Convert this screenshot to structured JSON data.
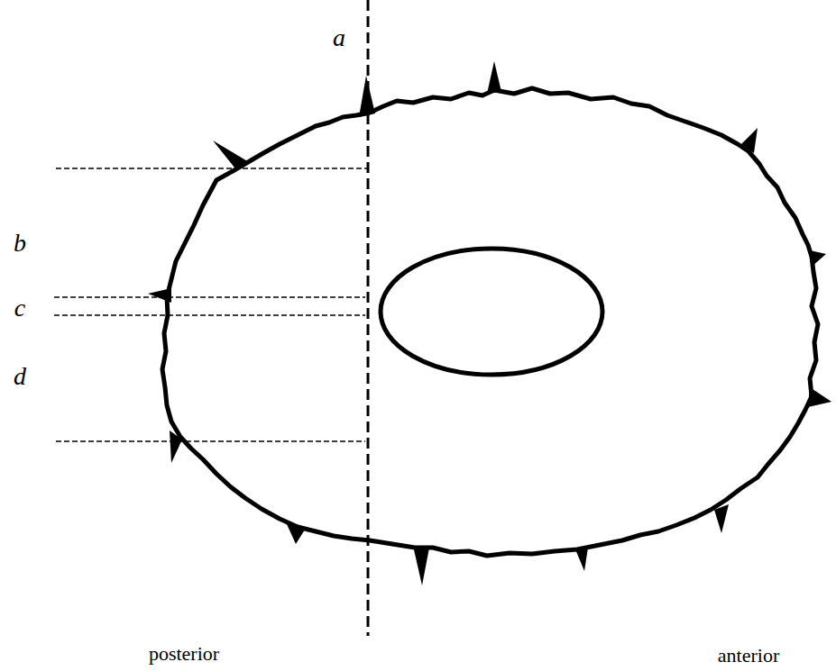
{
  "diagram": {
    "labels": [
      "a",
      "b",
      "c",
      "d",
      "posterior",
      "anterior"
    ]
  }
}
